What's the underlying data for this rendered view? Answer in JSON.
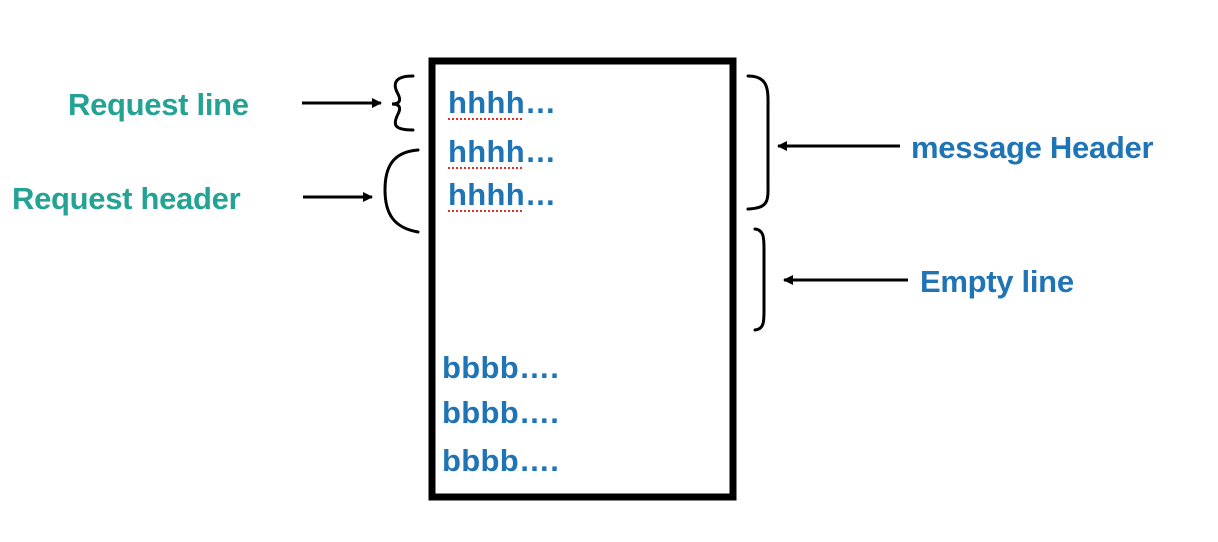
{
  "labels": {
    "request_line": "Request line",
    "request_header": "Request header",
    "message_header": "message Header",
    "empty_line": "Empty line"
  },
  "message_box": {
    "header_lines": [
      {
        "word": "hhhh",
        "ellipsis": "…"
      },
      {
        "word": "hhhh",
        "ellipsis": "…"
      },
      {
        "word": "hhhh",
        "ellipsis": "…"
      }
    ],
    "body_lines": [
      "bbbb….",
      "bbbb….",
      "bbbb…."
    ]
  },
  "colors": {
    "left_labels": "#23a393",
    "right_labels": "#1f74b6",
    "box_text": "#1f74b6",
    "spellcheck_underline": "#e0302a"
  }
}
